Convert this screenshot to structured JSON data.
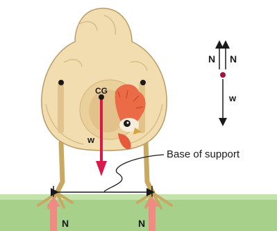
{
  "labels": {
    "cg": "CG",
    "weight": "w",
    "base_of_support": "Base of support",
    "normal_left": "N",
    "normal_right": "N",
    "fbd_normal_left": "N",
    "fbd_normal_right": "N",
    "fbd_weight": "w"
  },
  "colors": {
    "ground": "#a7d08a",
    "ground_top": "#c4e2ac",
    "body": "#f2ddb0",
    "body_shade": "#e0c48c",
    "outline": "#b89a62",
    "weight_arrow": "#d8194a",
    "normal_arrow": "#f08a82",
    "comb": "#ea6b46",
    "leg": "#c9a862",
    "black": "#1a1a1a"
  }
}
